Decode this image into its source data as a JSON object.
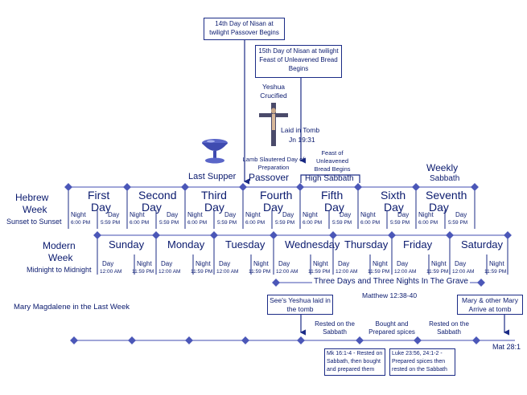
{
  "top_boxes": {
    "nisan14": "14th Day of Nisan at twilight Passover Begins",
    "nisan15": "15th Day of Nisan at twilight Feast of Unleavened Bread Begins"
  },
  "events": {
    "yeshua_crucified": "Yeshua Crucified",
    "laid_in_tomb": "Laid in  Tomb",
    "jn_ref": "Jn 19:31",
    "last_supper": "Last Supper",
    "lamb_slaughtered": "Lamb Slautered Day of Preparation",
    "feast_unleavened": "Feast of Unleavened Bread Begins",
    "passover": "Passover",
    "high_sabbath": "High Sabbath",
    "weekly_sabbath_1": "Weekly",
    "weekly_sabbath_2": "Sabbath"
  },
  "hebrew": {
    "title_1": "Hebrew",
    "title_2": "Week",
    "subtitle": "Sunset to Sunset",
    "days": [
      {
        "l1": "First",
        "l2": "Day"
      },
      {
        "l1": "Second",
        "l2": "Day"
      },
      {
        "l1": "Third",
        "l2": "Day"
      },
      {
        "l1": "Fourth",
        "l2": "Day"
      },
      {
        "l1": "Fifth",
        "l2": "Day"
      },
      {
        "l1": "Sixth",
        "l2": "Day"
      },
      {
        "l1": "Seventh",
        "l2": "Day"
      }
    ],
    "night_label": "Night",
    "night_time": "6:00 PM",
    "day_label": "Day",
    "day_time": "5:59 PM"
  },
  "modern": {
    "title_1": "Modern",
    "title_2": "Week",
    "subtitle": "Midnight to Midnight",
    "days": [
      "Sunday",
      "Monday",
      "Tuesday",
      "Wednesday",
      "Thursday",
      "Friday",
      "Saturday"
    ],
    "day_label": "Day",
    "day_time": "12:00 AM",
    "night_label": "Night",
    "night_time": "11:59 PM"
  },
  "grave": {
    "label": "Three Days and Three Nights In The Grave",
    "ref": "Matthew 12:38-40"
  },
  "mary": {
    "label": "Mary Magdalene in the Last Week",
    "box_sees": "See's Yeshua laid in the tomb",
    "box_arrive": "Mary & other Mary Arrive at tomb",
    "rested_1": "Rested on the Sabbath",
    "bought": "Bought and Prepared spices",
    "rested_2": "Rested on the Sabbath",
    "mat": "Mat 28:1",
    "mk_box": "Mk 16:1-4 - Rested on Sabbath, then bought and prepared them",
    "luke_box": "Luke 23:56, 24:1-2 - Prepared spices then rested on the Sabbath"
  },
  "colors": {
    "ink": "#0a1a6e",
    "line": "#3c4aa8",
    "diamond": "#4b57b8"
  }
}
